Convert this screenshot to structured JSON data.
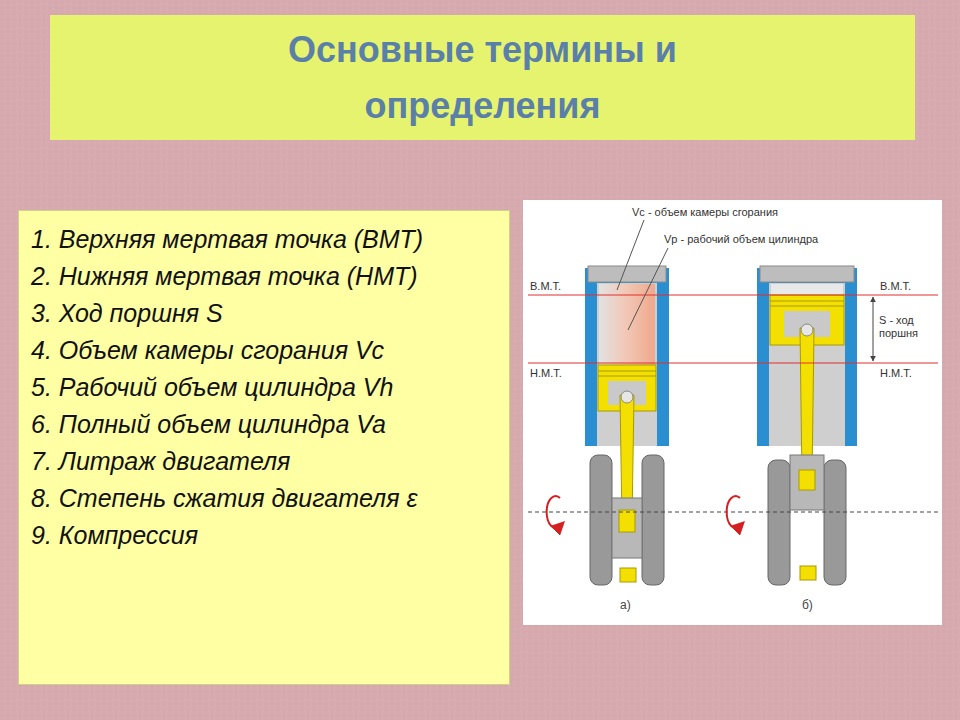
{
  "diagram": {
    "title": "Основные термины и определения",
    "nodes": [
      {
        "text": [
          "1. Верхняя мертвая точка (ВМТ)",
          "2. Нижняя мертвая точка (НМТ)",
          "3. Ход поршня S",
          "4. Объем камеры сгорания Vc",
          "5. Рабочий объем цилиндра Vh",
          "6. Полный объем цилиндра Va",
          "7. Литраж двигателя",
          "8. Степень сжатия двигателя ε",
          "9. Компрессия"
        ]
      }
    ],
    "labels": [
      "Vc - объем камеры сгорания",
      "Vр - рабочий объем цилиндра",
      "В.М.Т.",
      "В.М.Т.",
      "S - ход поршня",
      "Н.М.Т.",
      "Н.М.Т.",
      "а)",
      "б)"
    ]
  }
}
